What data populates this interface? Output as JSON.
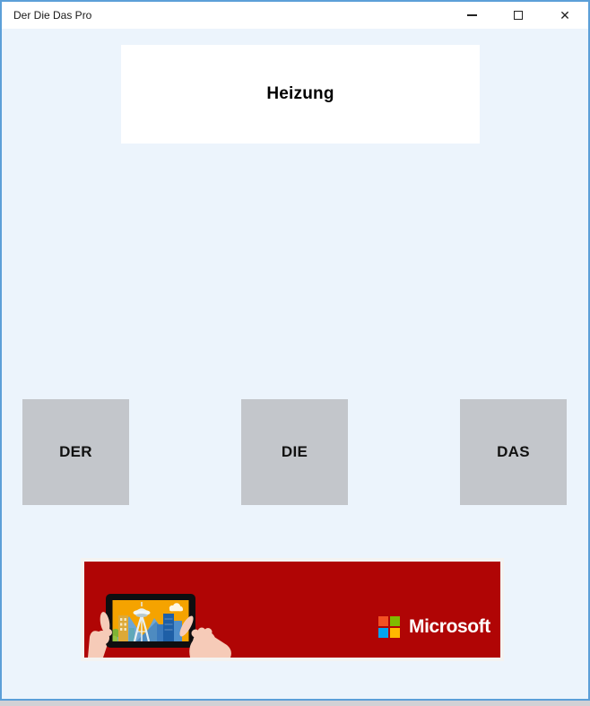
{
  "window": {
    "title": "Der Die Das Pro",
    "titlebar": {
      "close_glyph": "✕"
    }
  },
  "quiz": {
    "word": "Heizung",
    "answers": [
      {
        "label": "DER"
      },
      {
        "label": "DIE"
      },
      {
        "label": "DAS"
      }
    ]
  },
  "ad": {
    "brand": "Microsoft",
    "illustration": "hands-holding-tablet-with-seattle-skyline",
    "background": "#b00505",
    "logo_colors": {
      "top_left": "#f25022",
      "top_right": "#7fba00",
      "bottom_left": "#00a4ef",
      "bottom_right": "#ffb900"
    }
  },
  "colors": {
    "window_border": "#5c9fd8",
    "titlebar_background": "#ffffff",
    "content_background": "#ecf4fc",
    "card_background": "#ffffff",
    "answer_button_background": "#c3c6cb",
    "text": "#000000"
  }
}
